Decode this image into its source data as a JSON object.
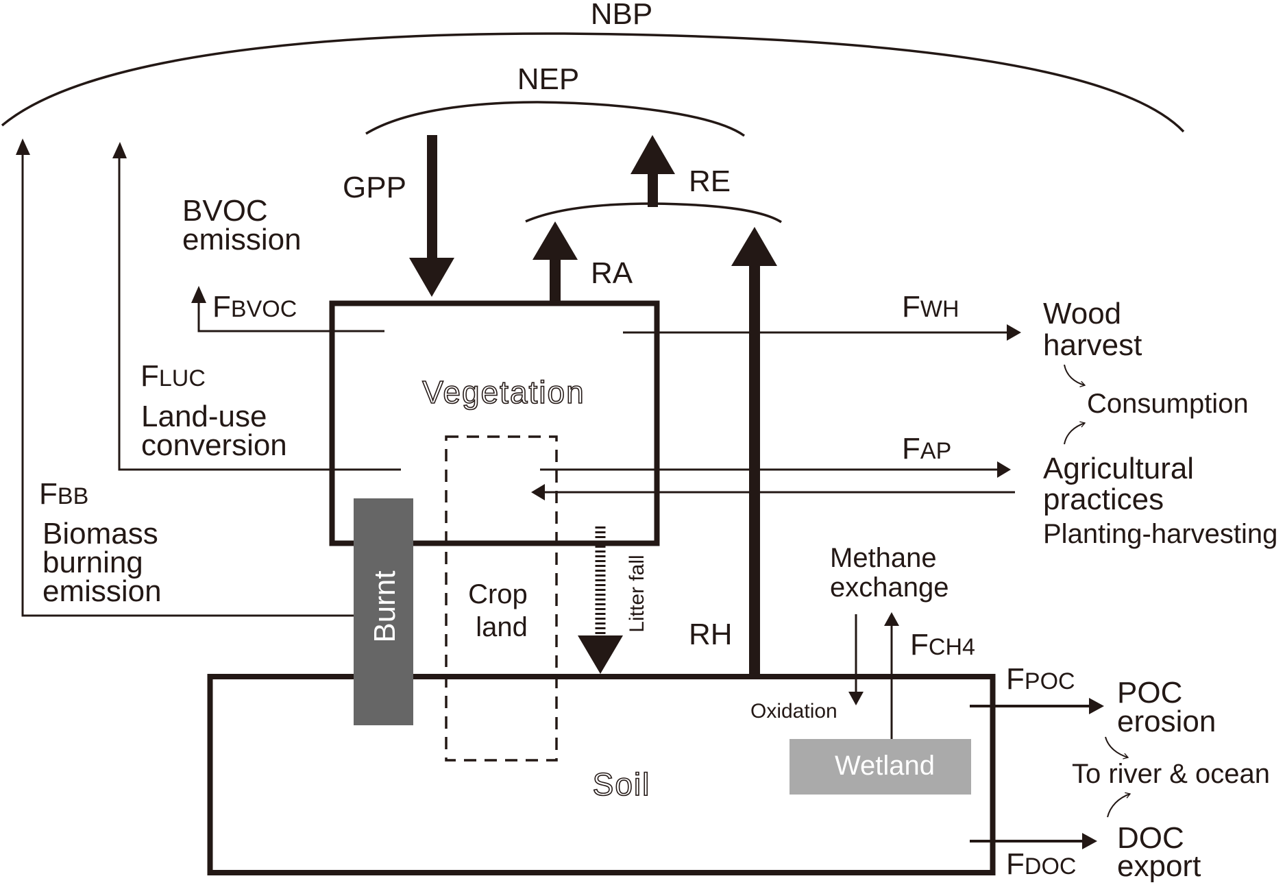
{
  "diagram": {
    "title": "Terrestrial carbon cycle fluxes",
    "colors": {
      "line": "#231815",
      "burnt": "#666666",
      "wetland": "#aaaaaa",
      "background": "#ffffff"
    },
    "aggregates": {
      "nbp": "NBP",
      "nep": "NEP",
      "re": "RE"
    },
    "fluxes": {
      "gpp": "GPP",
      "ra": "RA",
      "rh": "RH",
      "f_bvoc": {
        "main": "F",
        "sub": "BVOC"
      },
      "f_luc": {
        "main": "F",
        "sub": "LUC"
      },
      "f_bb": {
        "main": "F",
        "sub": "BB"
      },
      "f_wh": {
        "main": "F",
        "sub": "WH"
      },
      "f_ap": {
        "main": "F",
        "sub": "AP"
      },
      "f_ch4": {
        "main": "F",
        "sub": "CH4"
      },
      "f_poc": {
        "main": "F",
        "sub": "POC"
      },
      "f_doc": {
        "main": "F",
        "sub": "DOC"
      }
    },
    "pools": {
      "vegetation": "Vegetation",
      "soil": "Soil",
      "burnt": "Burnt",
      "cropland": [
        "Crop",
        "land"
      ],
      "wetland": "Wetland"
    },
    "labels": {
      "bvoc_emission": [
        "BVOC",
        "emission"
      ],
      "land_use": [
        "Land-use",
        "conversion"
      ],
      "biomass_burning": [
        "Biomass",
        "burning",
        "emission"
      ],
      "wood_harvest": [
        "Wood",
        "harvest"
      ],
      "consumption": "Consumption",
      "agricultural": [
        "Agricultural",
        "practices"
      ],
      "planting": "Planting-harvesting",
      "methane": [
        "Methane",
        "exchange"
      ],
      "oxidation": "Oxidation",
      "litter_fall": "Litter fall",
      "poc_erosion": [
        "POC",
        "erosion"
      ],
      "to_river": "To river & ocean",
      "doc_export": [
        "DOC",
        "export"
      ]
    }
  }
}
